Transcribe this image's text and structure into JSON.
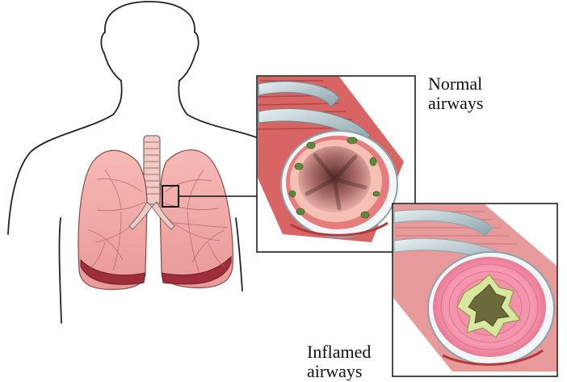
{
  "labels": {
    "normal": {
      "line1": "Normal",
      "line2": "airways"
    },
    "inflamed": {
      "line1": "Inflamed",
      "line2": "airways"
    }
  },
  "colors": {
    "lung": "#f2a8a8",
    "lung_dark": "#b3404a",
    "tissue": "#f5b0a8",
    "mucus": "#d8e6a0",
    "cartilage": "#c9d8dc",
    "muscle": "#c95a5a",
    "outline": "#222222"
  }
}
